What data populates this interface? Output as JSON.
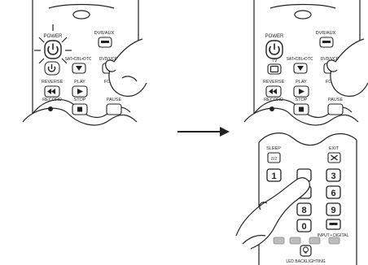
{
  "left_remote": {
    "labels": {
      "power": "POWER",
      "dvr_aux": "DVR/AUX",
      "sat_cbl_dtc": "SAT•CBL•DTC",
      "dvd_vcr": "DVD/VCR",
      "reverse": "REVERSE",
      "play": "PLAY",
      "forward": "FO",
      "record": "RECORD",
      "stop": "STOP",
      "pause": "PAUSE"
    }
  },
  "right_remote": {
    "labels": {
      "power": "POWER",
      "dvr_aux": "DVR/AUX",
      "tv": "TV",
      "sat_cbl_dtc": "SAT•CBL•DTC",
      "dvd_vcr": "DVD/VCR",
      "reverse": "REVERSE",
      "play": "PLAY",
      "forward": "FO",
      "record": "RECORD",
      "stop": "STOP",
      "pause": "PAUSE"
    }
  },
  "keypad": {
    "labels": {
      "sleep": "SLEEP",
      "exit": "EXIT",
      "input_digital": "INPUT • DIGITAL",
      "led_backlighting": "LED BACKLIGHTING"
    },
    "digits": [
      "1",
      "3",
      "6",
      "8",
      "9",
      "0"
    ]
  },
  "colors": {
    "outline": "#222222",
    "highlight": "#888888",
    "color_keys": "#bdbdbd"
  }
}
